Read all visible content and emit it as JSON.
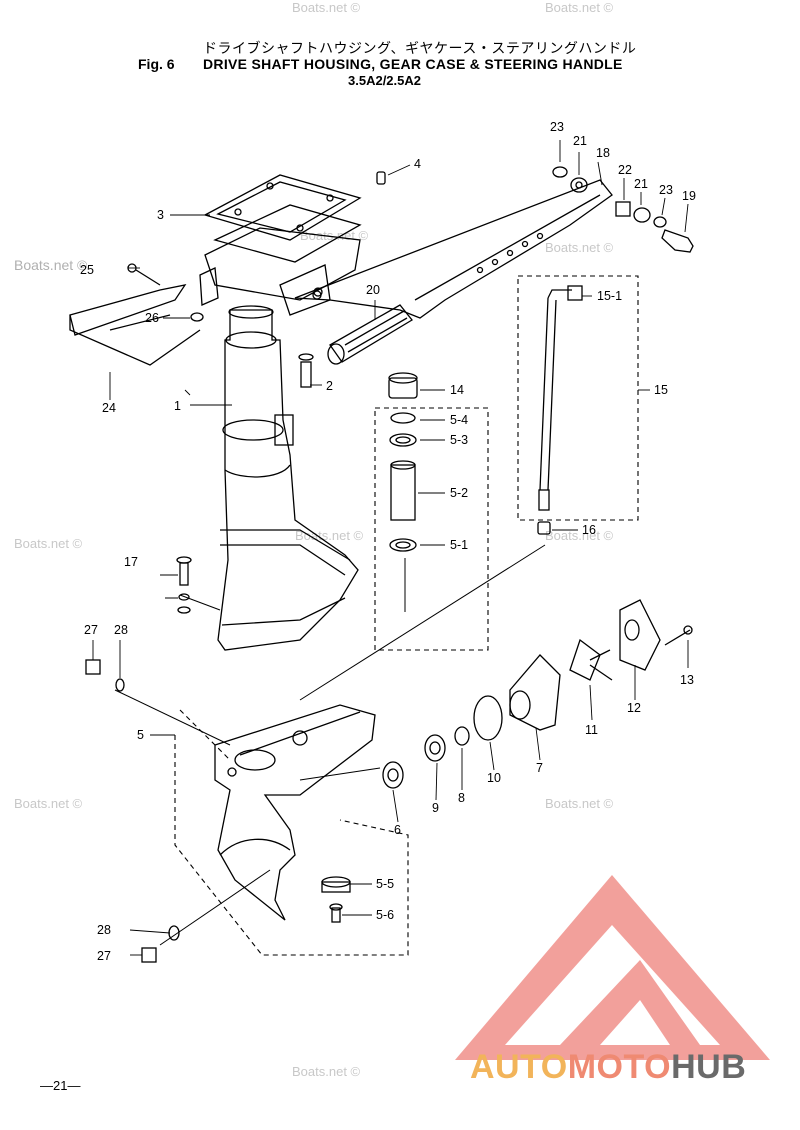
{
  "header": {
    "jp_title": "ドライブシャフトハウジング、ギヤケース・ステアリングハンドル",
    "fig_label": "Fig. 6",
    "en_title": "DRIVE SHAFT HOUSING, GEAR CASE & STEERING HANDLE",
    "model": "3.5A2/2.5A2"
  },
  "page_number": "—21—",
  "watermarks": [
    "Boats.net ©",
    "Boats.net ©",
    "Boats.net ©",
    "Boats.net ©",
    "Boats.net ©",
    "Boats.net ©",
    "Boats.net ©",
    "Boats.net ©",
    "Boats.net ©",
    "Boats.net ©",
    "Boats.net ©"
  ],
  "brand": {
    "part1": "AUTO",
    "part2": "MOTO",
    "part3": "HUB",
    "color1": "#f2b45a",
    "color2": "#ef8a72",
    "color3": "#6a6a6a",
    "logo_color": "#f0908a"
  },
  "callouts": {
    "c1": "1",
    "c2": "2",
    "c3": "3",
    "c4": "4",
    "c5": "5",
    "c5_1": "5-1",
    "c5_2": "5-2",
    "c5_3": "5-3",
    "c5_4": "5-4",
    "c5_5": "5-5",
    "c5_6": "5-6",
    "c6": "6",
    "c7": "7",
    "c8": "8",
    "c9": "9",
    "c10": "10",
    "c11": "11",
    "c12": "12",
    "c13": "13",
    "c14": "14",
    "c15": "15",
    "c15_1": "15-1",
    "c16": "16",
    "c17": "17",
    "c18": "18",
    "c19": "19",
    "c20": "20",
    "c21a": "21",
    "c21b": "21",
    "c22": "22",
    "c23a": "23",
    "c23b": "23",
    "c24": "24",
    "c25": "25",
    "c26": "26",
    "c27a": "27",
    "c27b": "27",
    "c28a": "28",
    "c28b": "28"
  }
}
